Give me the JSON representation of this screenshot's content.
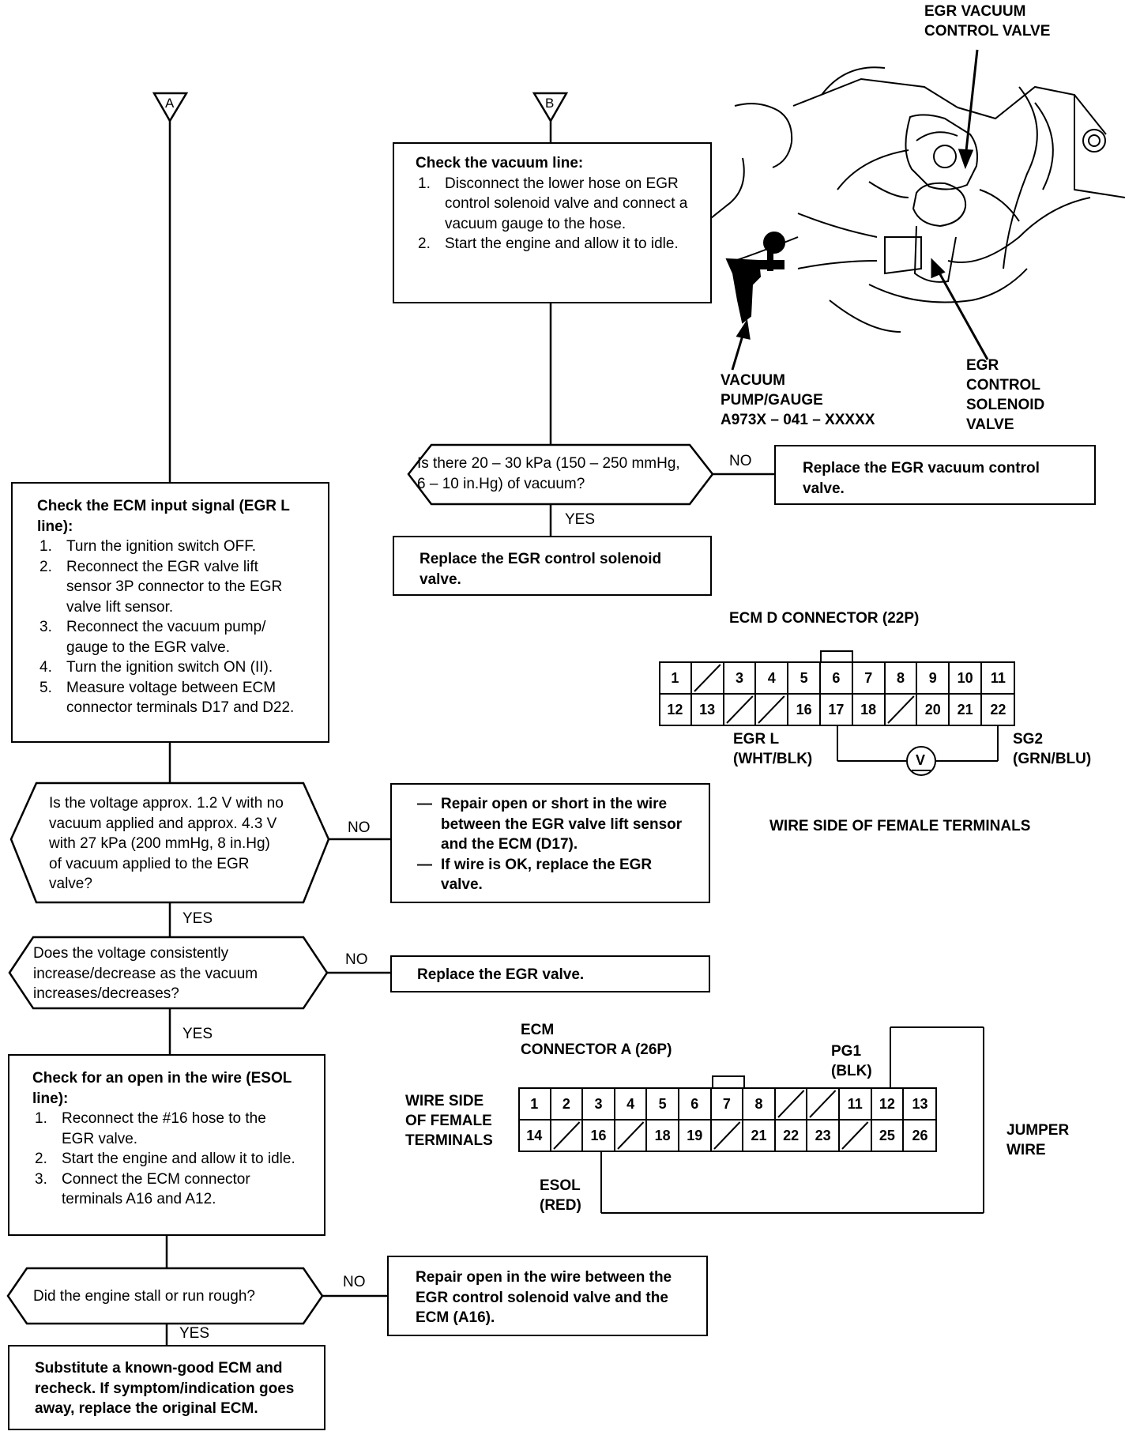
{
  "connectors_offpage": {
    "a": "A",
    "b": "B"
  },
  "vacuum_check": {
    "title": "Check the vacuum line:",
    "steps": [
      {
        "num": "1.",
        "text": "Disconnect the lower hose on EGR control solenoid valve and connect a vacuum gauge to the hose."
      },
      {
        "num": "2.",
        "text": "Start the engine and allow it to idle."
      }
    ]
  },
  "vacuum_question": "Is there 20 – 30 kPa (150 – 250 mmHg, 6 – 10 in.Hg) of vacuum?",
  "vacuum_no_action": "Replace the EGR vacuum control valve.",
  "vacuum_yes_action": "Replace the EGR control solenoid valve.",
  "illustration": {
    "egr_vacuum_control_valve": [
      "EGR VACUUM",
      "CONTROL VALVE"
    ],
    "vacuum_pump_gauge": [
      "VACUUM",
      "PUMP/GAUGE",
      "A973X – 041 – XXXXX"
    ],
    "egr_control_solenoid": [
      "EGR",
      "CONTROL",
      "SOLENOID",
      "VALVE"
    ]
  },
  "ecm_input_check": {
    "title": "Check the ECM input signal (EGR L line):",
    "steps": [
      {
        "num": "1.",
        "text": "Turn the ignition switch OFF."
      },
      {
        "num": "2.",
        "text": "Reconnect the EGR valve lift sensor 3P connector to the EGR valve lift sensor."
      },
      {
        "num": "3.",
        "text": "Reconnect the vacuum pump/ gauge to the EGR valve."
      },
      {
        "num": "4.",
        "text": "Turn the ignition switch ON (II)."
      },
      {
        "num": "5.",
        "text": "Measure voltage between ECM connector terminals D17 and D22."
      }
    ]
  },
  "voltage_question": "Is the voltage approx. 1.2 V with no vacuum applied and approx. 4.3 V with 27 kPa (200 mmHg, 8 in.Hg) of vacuum applied to the EGR valve?",
  "voltage_no_actions": [
    "Repair open or short in the wire between the EGR valve lift sensor and the ECM (D17).",
    "If wire is OK, replace the EGR valve."
  ],
  "consistency_question": "Does the voltage consistently increase/decrease as the vacuum increases/decreases?",
  "consistency_no_action": "Replace the EGR valve.",
  "esol_check": {
    "title": "Check for an open in the wire (ESOL line):",
    "steps": [
      {
        "num": "1.",
        "text": "Reconnect the #16 hose to the EGR valve."
      },
      {
        "num": "2.",
        "text": "Start the engine and allow it to idle."
      },
      {
        "num": "3.",
        "text": "Connect the ECM connector terminals A16 and A12."
      }
    ]
  },
  "stall_question": "Did the engine stall or run rough?",
  "stall_no_action": "Repair open in the wire between the EGR control solenoid valve and the ECM (A16).",
  "final_action": "Substitute a known-good ECM and recheck. If symptom/indication goes away, replace the original ECM.",
  "yes_label": "YES",
  "no_label": "NO",
  "dash": "—",
  "ecm_d": {
    "title": "ECM D CONNECTOR (22P)",
    "row1": [
      "1",
      "",
      "3",
      "4",
      "5",
      "6",
      "7",
      "8",
      "9",
      "10",
      "11"
    ],
    "row2": [
      "12",
      "13",
      "",
      "",
      "16",
      "17",
      "18",
      "",
      "20",
      "21",
      "22"
    ],
    "egr_l": [
      "EGR L",
      "(WHT/BLK)"
    ],
    "sg2": [
      "SG2",
      "(GRN/BLU)"
    ],
    "meter": "V",
    "caption": "WIRE SIDE OF FEMALE TERMINALS"
  },
  "ecm_a": {
    "title": [
      "ECM",
      "CONNECTOR A (26P)"
    ],
    "row1": [
      "1",
      "2",
      "3",
      "4",
      "5",
      "6",
      "7",
      "8",
      "",
      "",
      "11",
      "12",
      "13"
    ],
    "row2": [
      "14",
      "",
      "16",
      "",
      "18",
      "19",
      "",
      "21",
      "22",
      "23",
      "",
      "25",
      "26"
    ],
    "pg1": [
      "PG1",
      "(BLK)"
    ],
    "esol": [
      "ESOL",
      "(RED)"
    ],
    "wire_side": [
      "WIRE SIDE",
      "OF FEMALE",
      "TERMINALS"
    ],
    "jumper": [
      "JUMPER",
      "WIRE"
    ]
  }
}
